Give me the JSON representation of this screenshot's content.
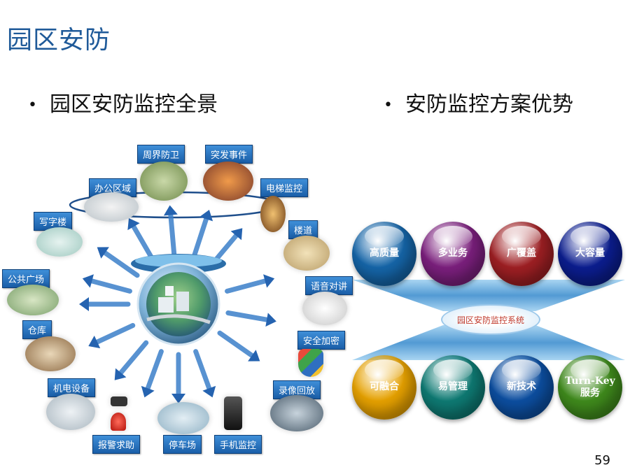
{
  "title": "园区安防",
  "bullets": {
    "left": "园区安防监控全景",
    "right": "安防监控方案优势"
  },
  "left_diagram": {
    "categories": [
      "周界防卫",
      "突发事件",
      "办公区域",
      "电梯监控",
      "写字楼",
      "楼道",
      "公共广场",
      "语音对讲",
      "仓库",
      "安全加密",
      "机电设备",
      "录像回放",
      "报警求助",
      "停车场",
      "手机监控"
    ]
  },
  "right_diagram": {
    "center": "园区安防监控系统",
    "top": [
      {
        "label": "高质量",
        "color": "#1565a8"
      },
      {
        "label": "多业务",
        "color": "#7b1f7d"
      },
      {
        "label": "广覆盖",
        "color": "#9e1f23"
      },
      {
        "label": "大容量",
        "color": "#0b1d8f"
      }
    ],
    "bottom": [
      {
        "label": "可融合",
        "color": "#e6a100"
      },
      {
        "label": "易管理",
        "color": "#0e7a73"
      },
      {
        "label": "新技术",
        "color": "#0c4ea0"
      },
      {
        "label": "Turn-Key 服务",
        "line1": "Turn-Key",
        "line2": "服务",
        "color": "#3f8a1c"
      }
    ]
  },
  "page_number": "59"
}
